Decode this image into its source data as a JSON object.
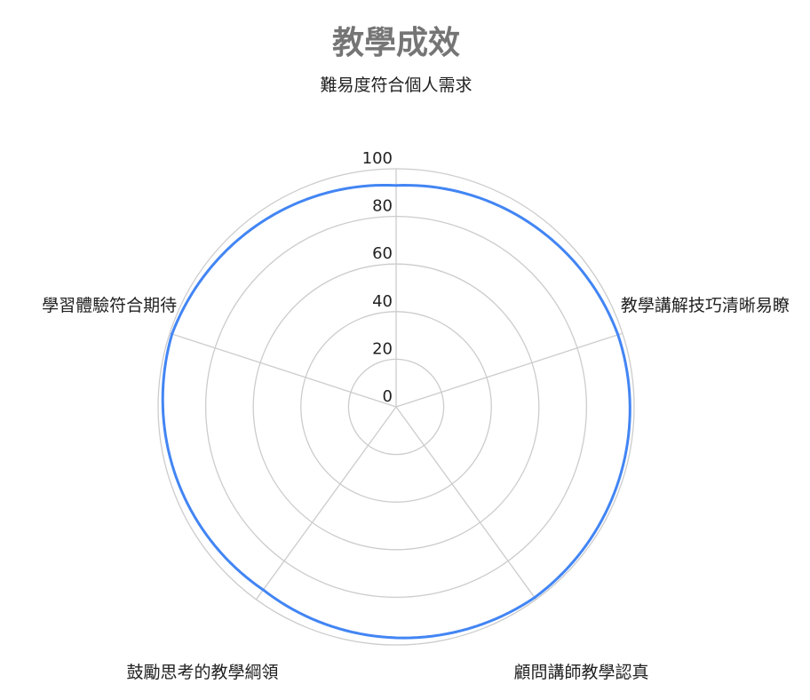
{
  "chart_data": {
    "type": "radar",
    "title": "教學成效",
    "categories": [
      "難易度符合個人需求",
      "教學講解技巧清晰易瞭",
      "顧問講師教學認真",
      "鼓勵思考的教學綱領",
      "學習體驗符合期待"
    ],
    "series": [
      {
        "name": "教學成效",
        "values": [
          93,
          98,
          99,
          95,
          99
        ],
        "color": "#4285f4"
      }
    ],
    "rlim": [
      0,
      100
    ],
    "ticks": [
      0,
      20,
      40,
      60,
      80,
      100
    ],
    "tick_labels": [
      "0",
      "20",
      "40",
      "60",
      "80",
      "100"
    ],
    "grid": true,
    "legend": "none"
  }
}
